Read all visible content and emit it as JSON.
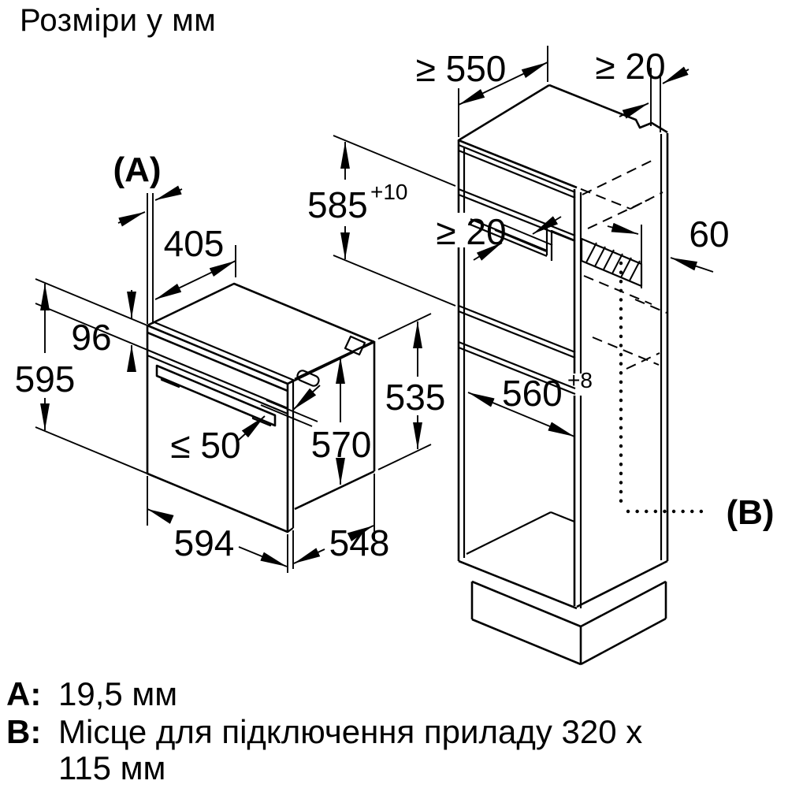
{
  "title": "Розміри у мм",
  "oven": {
    "label_a": "(A)",
    "top_setback": "405",
    "panel_height": "96",
    "height": "595",
    "door_protrusion": "≤ 50",
    "casing_depth": "570",
    "casing_height": "535",
    "width": "594",
    "depth": "548"
  },
  "cabinet": {
    "min_depth": "≥ 550",
    "rear_gap_top": "≥ 20",
    "niche_height": "585",
    "niche_height_tol": "+10",
    "rear_gap_mid": "≥ 20",
    "vent_depth": "60",
    "niche_width": "560",
    "niche_width_tol": "+8",
    "label_b": "(B)"
  },
  "legend": {
    "a_label": "A:",
    "a_text": "19,5 мм",
    "b_label": "B:",
    "b_text": "Місце для підключення приладу 320 x",
    "b_text2": "115 мм"
  }
}
